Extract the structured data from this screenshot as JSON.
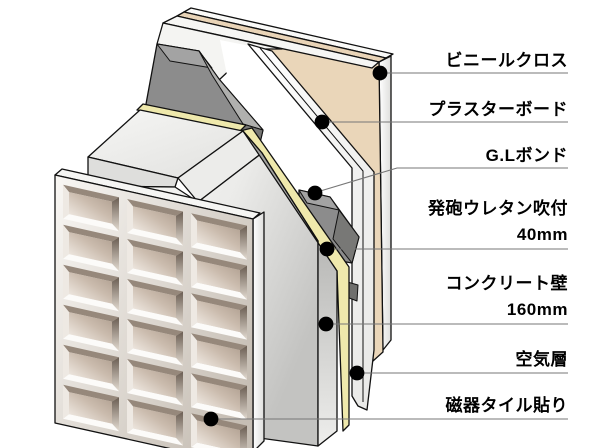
{
  "figure": {
    "kind": "wall-section-cutaway-diagram",
    "description_labels_top_to_bottom": 7
  },
  "labels": [
    {
      "id": "vinyl-cloth",
      "text": "ビニールクロス"
    },
    {
      "id": "plasterboard",
      "text": "プラスターボード"
    },
    {
      "id": "gl-bond",
      "text": "G.Lボンド"
    },
    {
      "id": "urethane-foam",
      "text": "発砲ウレタン吹付",
      "sub": "40mm"
    },
    {
      "id": "concrete-wall",
      "text": "コンクリート壁",
      "sub": "160mm"
    },
    {
      "id": "air-layer",
      "text": "空気層"
    },
    {
      "id": "porcelain-tile",
      "text": "磁器タイル貼り"
    }
  ],
  "palette": {
    "wallpaper_beige": "#ead6b9",
    "insulation_yellow": "#efe9ac",
    "bond_gray": "#8c8c8c",
    "tile_tan": "#b3a193",
    "concrete_gray": "#c6c6c4",
    "outline_black": "#111111",
    "leader_gray": "#777777",
    "dot_black": "#000000"
  },
  "tile_grid": {
    "rows": 6,
    "cols": 3
  }
}
